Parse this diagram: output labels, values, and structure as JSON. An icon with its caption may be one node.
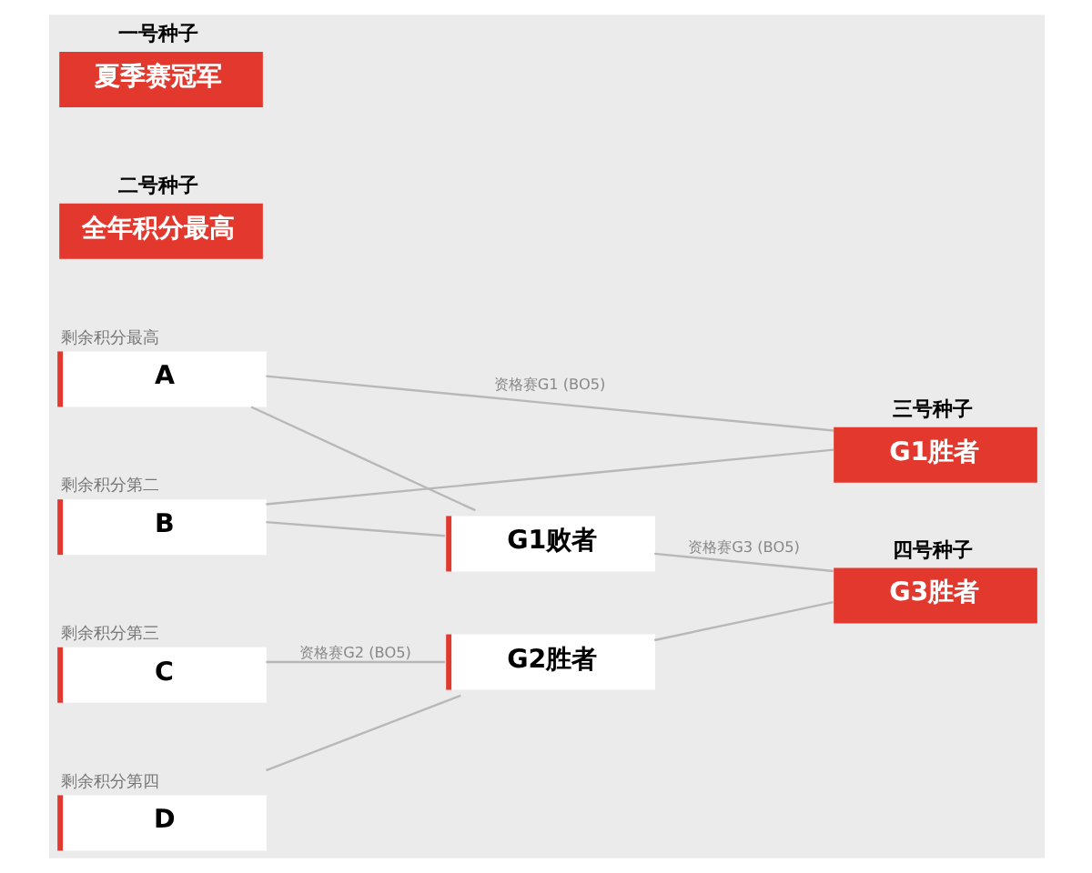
{
  "diagram": {
    "nodes": [
      {
        "text": [
          "一号种子",
          "夏季赛冠军"
        ]
      },
      {
        "text": [
          "二号种子",
          "全年积分最高"
        ]
      },
      {
        "text": [
          "剩余积分最高",
          "A"
        ]
      },
      {
        "text": [
          "剩余积分第二",
          "B"
        ]
      },
      {
        "text": [
          "剩余积分第三",
          "C"
        ]
      },
      {
        "text": [
          "剩余积分第四",
          "D"
        ]
      },
      {
        "text": [
          "G1败者"
        ]
      },
      {
        "text": [
          "G2胜者"
        ]
      },
      {
        "text": [
          "三号种子",
          "G1胜者"
        ]
      },
      {
        "text": [
          "四号种子",
          "G3胜者"
        ]
      }
    ],
    "edges": [
      {
        "from": 2,
        "to": 8,
        "arrow": "none",
        "label": "资格赛G1 (BO5)"
      },
      {
        "from": 3,
        "to": 8,
        "arrow": "none"
      },
      {
        "from": 2,
        "to": 6,
        "arrow": "none"
      },
      {
        "from": 3,
        "to": 6,
        "arrow": "none"
      },
      {
        "from": 4,
        "to": 7,
        "arrow": "none",
        "label": "资格赛G2 (BO5)"
      },
      {
        "from": 5,
        "to": 7,
        "arrow": "none"
      },
      {
        "from": 6,
        "to": 9,
        "arrow": "none",
        "label": "资格赛G3 (BO5)"
      },
      {
        "from": 7,
        "to": 9,
        "arrow": "none"
      }
    ]
  }
}
